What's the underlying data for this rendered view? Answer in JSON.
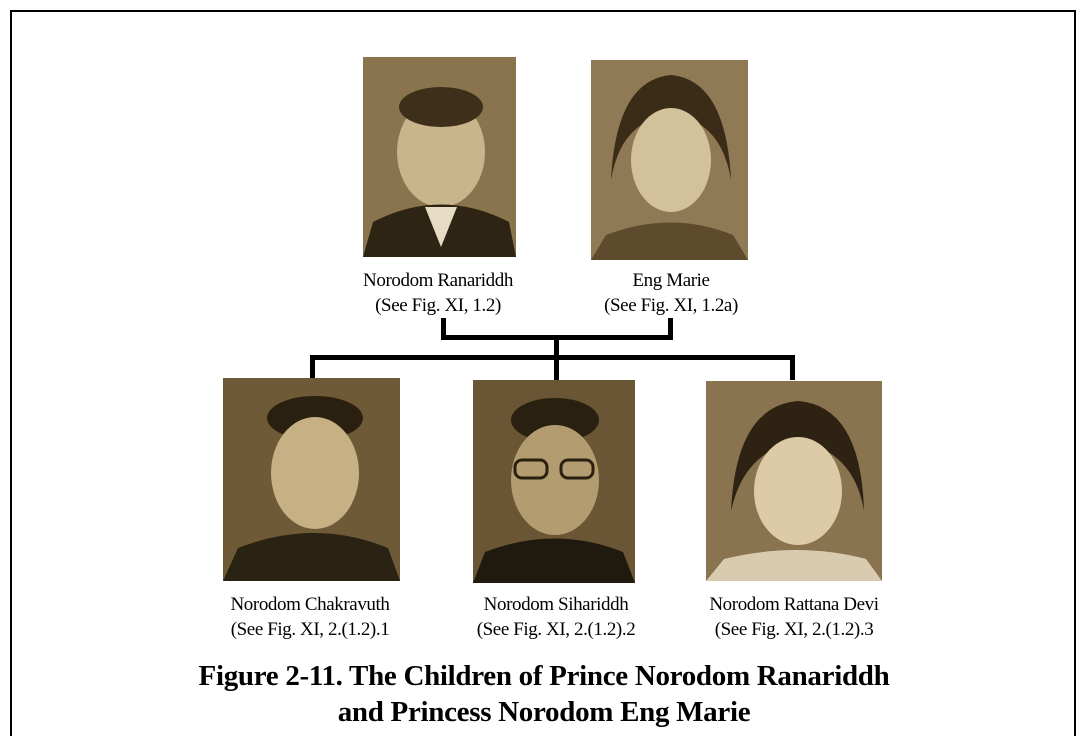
{
  "parents": [
    {
      "name": "Norodom Ranariddh",
      "ref": "(See Fig. XI, 1.2)"
    },
    {
      "name": "Eng Marie",
      "ref": "(See Fig. XI, 1.2a)"
    }
  ],
  "children": [
    {
      "name": "Norodom Chakravuth",
      "ref": "(See Fig. XI, 2.(1.2).1"
    },
    {
      "name": "Norodom Sihariddh",
      "ref": "(See Fig. XI, 2.(1.2).2"
    },
    {
      "name": "Norodom Rattana Devi",
      "ref": "(See Fig. XI, 2.(1.2).3"
    }
  ],
  "figure_caption": {
    "line1": "Figure 2-11. The Children of Prince Norodom Ranariddh",
    "line2": "and Princess Norodom Eng Marie"
  }
}
